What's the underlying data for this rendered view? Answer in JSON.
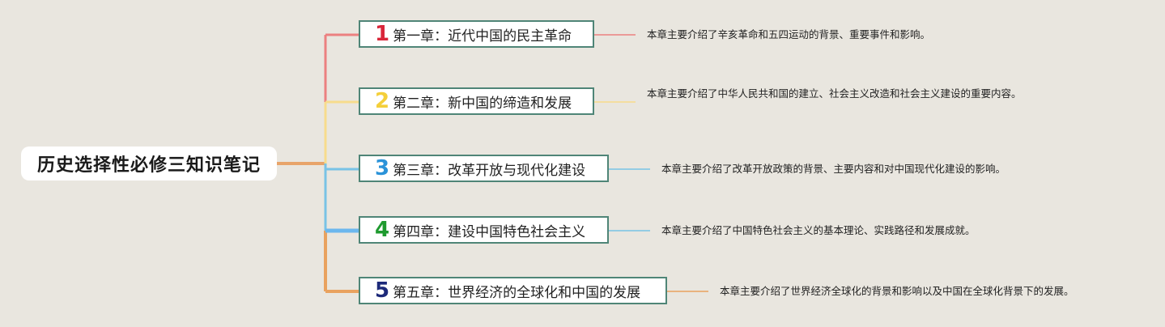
{
  "root": {
    "title": "历史选择性必修三知识笔记"
  },
  "colors": {
    "background": "#e9e6df",
    "node_border": "#4f8577",
    "root_link": "#e8a46a"
  },
  "chapters": [
    {
      "num": "1",
      "title": "第一章：近代中国的民主革命",
      "num_color": "#d9263a",
      "line_color": "#ec8080",
      "desc": "本章主要介绍了辛亥革命和五四运动的背景、重要事件和影响。"
    },
    {
      "num": "2",
      "title": "第二章：新中国的缔造和发展",
      "num_color": "#f4cf3a",
      "line_color": "#f7dc8c",
      "desc": "本章主要介绍了中华人民共和国的建立、社会主义改造和社会主义建设的重要内容。"
    },
    {
      "num": "3",
      "title": "第三章：改革开放与现代化建设",
      "num_color": "#2b93d9",
      "line_color": "#79c3e6",
      "desc": "本章主要介绍了改革开放政策的背景、主要内容和对中国现代化建设的影响。"
    },
    {
      "num": "4",
      "title": "第四章：建设中国特色社会主义",
      "num_color": "#1f9a2f",
      "line_color": "#6cb7ee",
      "desc": "本章主要介绍了中国特色社会主义的基本理论、实践路径和发展成就。"
    },
    {
      "num": "5",
      "title": "第五章：世界经济的全球化和中国的发展",
      "num_color": "#1d2a7a",
      "line_color": "#e9a25f",
      "desc": "本章主要介绍了世界经济全球化的背景和影响以及中国在全球化背景下的发展。"
    }
  ]
}
